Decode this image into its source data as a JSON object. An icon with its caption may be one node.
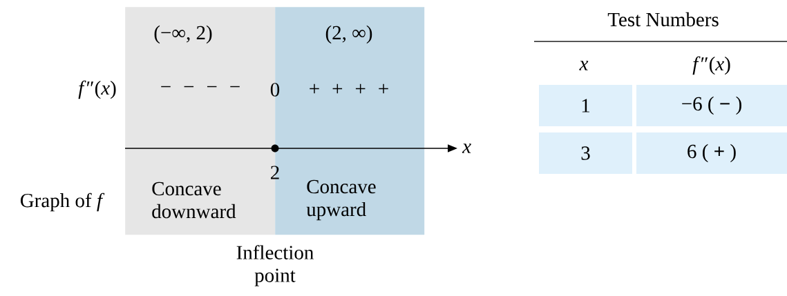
{
  "diagram": {
    "nodes": [
      {
        "text": [
          "(−∞, 2)",
          "Concave downward"
        ]
      },
      {
        "text": [
          "(2, ∞)",
          "Concave upward"
        ]
      }
    ],
    "labels": [
      "*f*″(*x*)",
      "− − − −",
      "0",
      "+ + + +",
      "*x*",
      "2",
      "Graph of *f*",
      "Inflection point",
      "Test Numbers",
      "*x*",
      "*f*″(*x*)",
      "1",
      "−6 ( **−** )",
      "3",
      "6 ( **+** )"
    ]
  }
}
